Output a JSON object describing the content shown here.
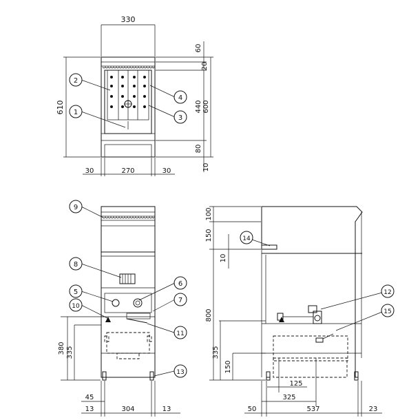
{
  "front_top": {
    "width_total": "330",
    "height_total": "610",
    "h_60": "60",
    "h_20": "20",
    "h_440": "440",
    "h_600": "600",
    "h_80": "80",
    "h_10": "10",
    "w_30_left": "30",
    "w_270": "270",
    "w_30_right": "30"
  },
  "front_bottom": {
    "h_380": "380",
    "h_335": "335",
    "w_45": "45",
    "w_13_left": "13",
    "w_304": "304",
    "w_13_right": "13"
  },
  "side": {
    "h_100": "100",
    "h_150_top": "150",
    "h_10": "10",
    "h_800": "800",
    "h_335": "335",
    "h_150_bottom": "150",
    "w_125": "125",
    "w_325": "325",
    "w_50": "50",
    "w_537": "537",
    "w_23": "23"
  },
  "callouts": [
    "1",
    "2",
    "3",
    "4",
    "5",
    "6",
    "7",
    "8",
    "9",
    "10",
    "11",
    "12",
    "13",
    "14",
    "15"
  ]
}
